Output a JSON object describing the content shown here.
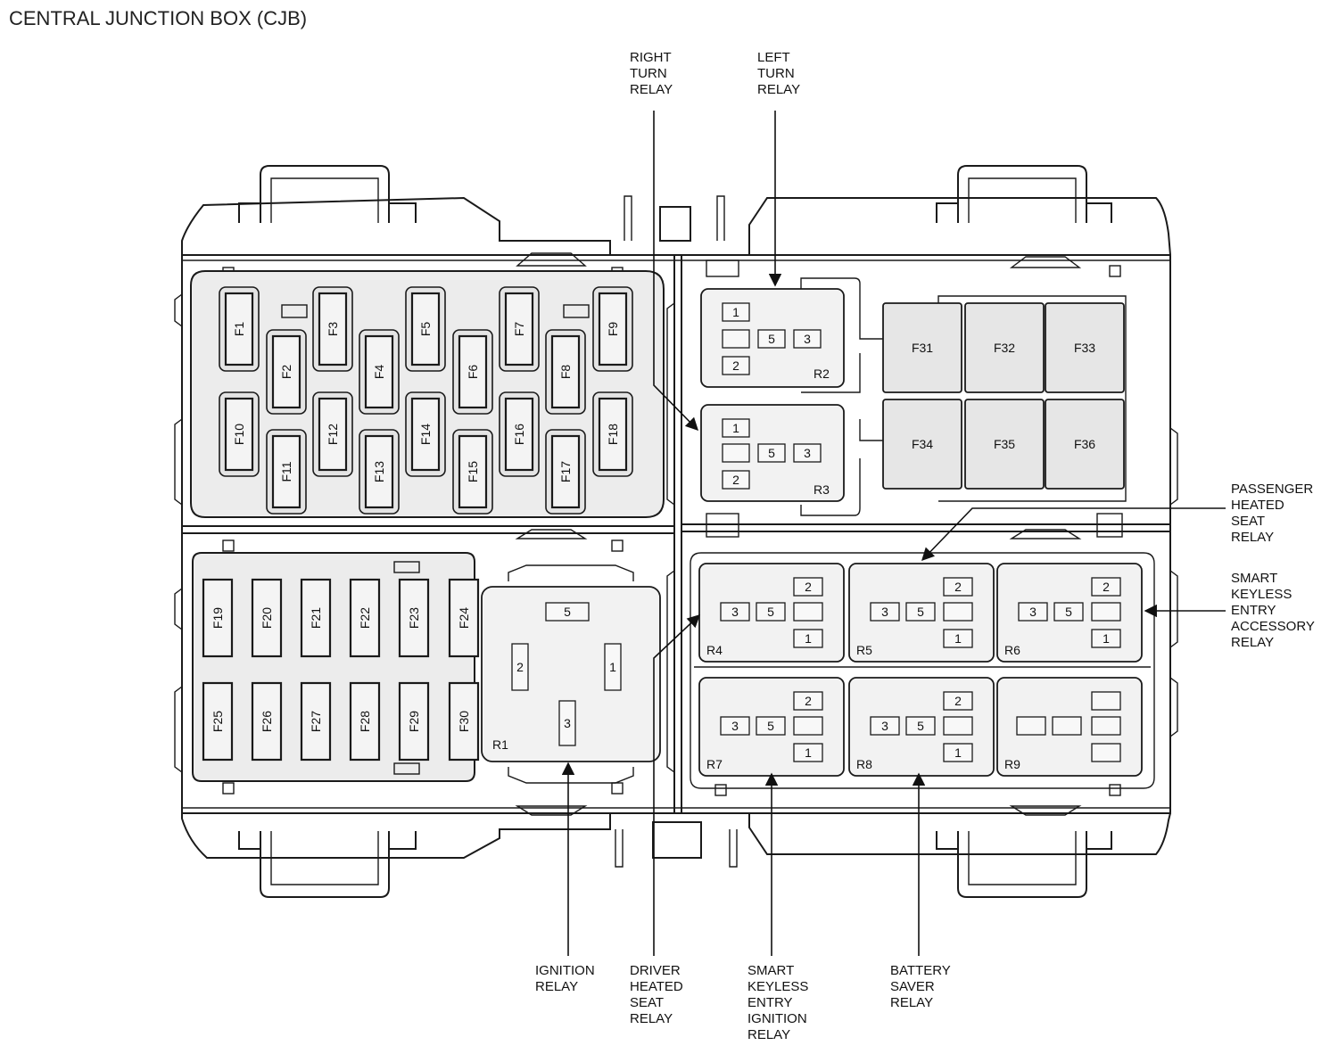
{
  "title": "CENTRAL JUNCTION BOX (CJB)",
  "fuses_small": [
    {
      "id": "F1",
      "label": "F1"
    },
    {
      "id": "F2",
      "label": "F2"
    },
    {
      "id": "F3",
      "label": "F3"
    },
    {
      "id": "F4",
      "label": "F4"
    },
    {
      "id": "F5",
      "label": "F5"
    },
    {
      "id": "F6",
      "label": "F6"
    },
    {
      "id": "F7",
      "label": "F7"
    },
    {
      "id": "F8",
      "label": "F8"
    },
    {
      "id": "F9",
      "label": "F9"
    },
    {
      "id": "F10",
      "label": "F10"
    },
    {
      "id": "F11",
      "label": "F11"
    },
    {
      "id": "F12",
      "label": "F12"
    },
    {
      "id": "F13",
      "label": "F13"
    },
    {
      "id": "F14",
      "label": "F14"
    },
    {
      "id": "F15",
      "label": "F15"
    },
    {
      "id": "F16",
      "label": "F16"
    },
    {
      "id": "F17",
      "label": "F17"
    },
    {
      "id": "F18",
      "label": "F18"
    }
  ],
  "fuses_lower": [
    {
      "id": "F19",
      "label": "F19"
    },
    {
      "id": "F20",
      "label": "F20"
    },
    {
      "id": "F21",
      "label": "F21"
    },
    {
      "id": "F22",
      "label": "F22"
    },
    {
      "id": "F23",
      "label": "F23"
    },
    {
      "id": "F24",
      "label": "F24"
    },
    {
      "id": "F25",
      "label": "F25"
    },
    {
      "id": "F26",
      "label": "F26"
    },
    {
      "id": "F27",
      "label": "F27"
    },
    {
      "id": "F28",
      "label": "F28"
    },
    {
      "id": "F29",
      "label": "F29"
    },
    {
      "id": "F30",
      "label": "F30"
    }
  ],
  "maxi_fuses": [
    {
      "id": "F31",
      "label": "F31"
    },
    {
      "id": "F32",
      "label": "F32"
    },
    {
      "id": "F33",
      "label": "F33"
    },
    {
      "id": "F34",
      "label": "F34"
    },
    {
      "id": "F35",
      "label": "F35"
    },
    {
      "id": "F36",
      "label": "F36"
    }
  ],
  "relays": {
    "R1": {
      "label": "R1",
      "terminals": {
        "t5": "5",
        "t2": "2",
        "t1": "1",
        "t3": "3"
      }
    },
    "R2": {
      "label": "R2",
      "terminals": {
        "t1": "1",
        "t5": "5",
        "t3": "3",
        "t2": "2"
      }
    },
    "R3": {
      "label": "R3",
      "terminals": {
        "t1": "1",
        "t5": "5",
        "t3": "3",
        "t2": "2"
      }
    },
    "R4": {
      "label": "R4",
      "terminals": {
        "t3": "3",
        "t5": "5",
        "t2": "2",
        "t1": "1"
      }
    },
    "R5": {
      "label": "R5",
      "terminals": {
        "t3": "3",
        "t5": "5",
        "t2": "2",
        "t1": "1"
      }
    },
    "R6": {
      "label": "R6",
      "terminals": {
        "t3": "3",
        "t5": "5",
        "t2": "2",
        "t1": "1"
      }
    },
    "R7": {
      "label": "R7",
      "terminals": {
        "t3": "3",
        "t5": "5",
        "t2": "2",
        "t1": "1"
      }
    },
    "R8": {
      "label": "R8",
      "terminals": {
        "t3": "3",
        "t5": "5",
        "t2": "2",
        "t1": "1"
      }
    },
    "R9": {
      "label": "R9"
    }
  },
  "callouts": {
    "right_turn_relay": [
      "RIGHT",
      "TURN",
      "RELAY"
    ],
    "left_turn_relay": [
      "LEFT",
      "TURN",
      "RELAY"
    ],
    "passenger_heated_seat_relay": [
      "PASSENGER",
      "HEATED",
      "SEAT",
      "RELAY"
    ],
    "smart_keyless_entry_accessory_relay": [
      "SMART",
      "KEYLESS",
      "ENTRY",
      "ACCESSORY",
      "RELAY"
    ],
    "ignition_relay": [
      "IGNITION",
      "RELAY"
    ],
    "driver_heated_seat_relay": [
      "DRIVER",
      "HEATED",
      "SEAT",
      "RELAY"
    ],
    "smart_keyless_entry_ignition_relay": [
      "SMART",
      "KEYLESS",
      "ENTRY",
      "IGNITION",
      "RELAY"
    ],
    "battery_saver_relay": [
      "BATTERY",
      "SAVER",
      "RELAY"
    ]
  }
}
